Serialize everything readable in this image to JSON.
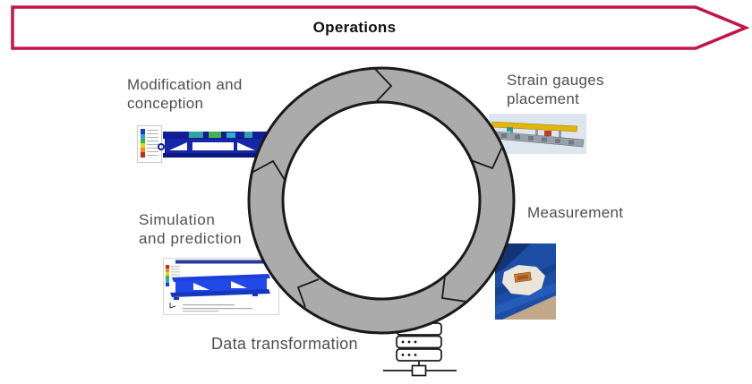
{
  "banner": {
    "title": "Operations"
  },
  "colors": {
    "banner_border": "#c41347",
    "ring_fill": "#ababab",
    "ring_outline": "#1a1a1a",
    "label_text": "#4f4f4f"
  },
  "cycle": {
    "direction": "clockwise",
    "steps": [
      {
        "label": "Strain gauges\nplacement",
        "visual": "strain-gauges-cad-image"
      },
      {
        "label": "Measurement",
        "visual": "strain-gauge-photo"
      },
      {
        "label": "Data transformation",
        "visual": "server-icon"
      },
      {
        "label": "Simulation\nand prediction",
        "visual": "fea-simulation-image"
      },
      {
        "label": "Modification and\nconception",
        "visual": "fea-contour-image"
      }
    ]
  }
}
